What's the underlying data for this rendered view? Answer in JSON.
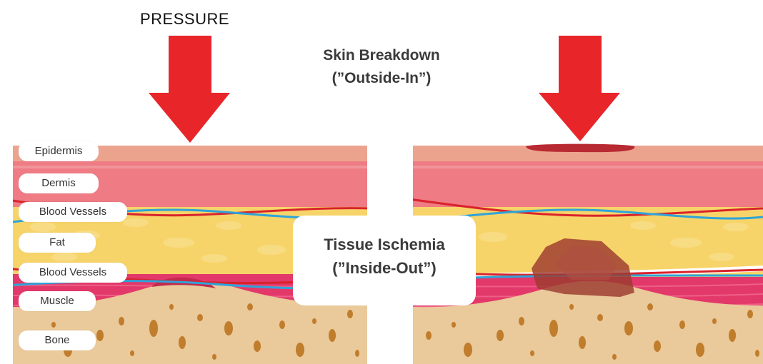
{
  "pressure_label": "PRESSURE",
  "skin_breakdown": {
    "line1": "Skin Breakdown",
    "line2": "(”Outside-In”)"
  },
  "tissue_ischemia": {
    "line1": "Tissue Ischemia",
    "line2": "(”Inside-Out”)"
  },
  "layer_labels": [
    "Epidermis",
    "Dermis",
    "Blood Vessels",
    "Fat",
    "Blood Vessels",
    "Muscle",
    "Bone"
  ],
  "colors": {
    "arrow": "#e8262a",
    "epidermis": "#eca38e",
    "dermis": "#ef7b85",
    "fat": "#f7d469",
    "muscle": "#e3386a",
    "bone": "#eac99a",
    "bone_spots": "#c07d2b",
    "vessel_red": "#d9232b",
    "vessel_blue": "#2fa3d9",
    "wound": "#b82a32",
    "ischemia_mass": "#9c3a2f"
  }
}
